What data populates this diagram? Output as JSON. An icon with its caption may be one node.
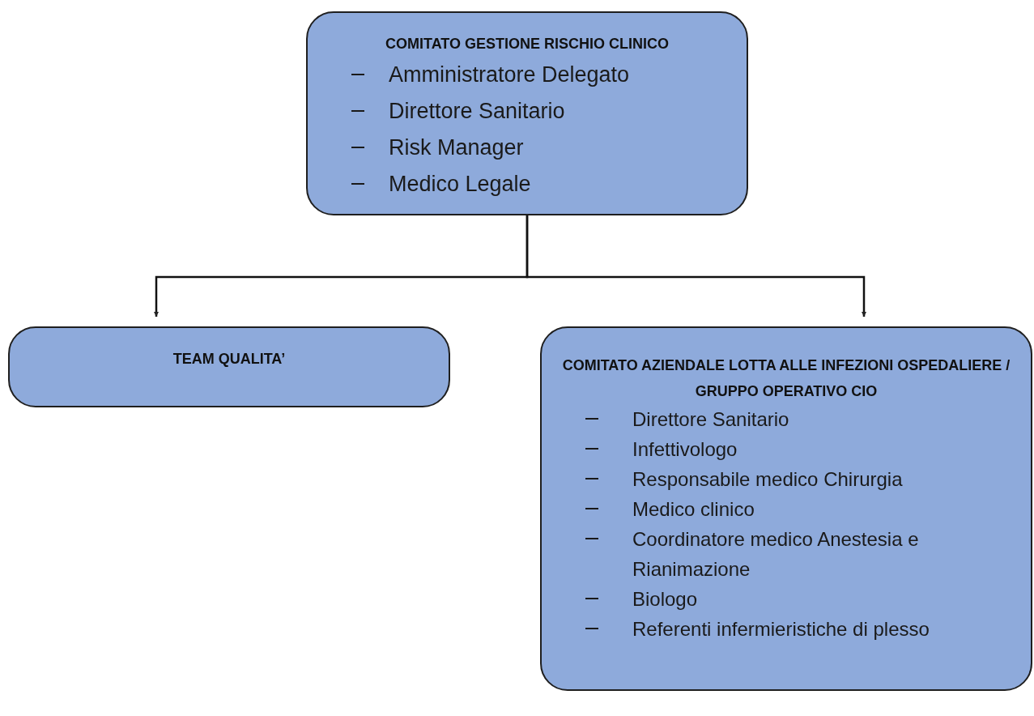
{
  "diagram": {
    "nodes": [
      {
        "text": [
          "COMITATO GESTIONE RISCHIO CLINICO",
          "Amministratore Delegato",
          "Direttore Sanitario",
          "Risk Manager",
          "Medico Legale"
        ]
      },
      {
        "text": [
          "TEAM QUALITA’"
        ]
      },
      {
        "text": [
          "COMITATO AZIENDALE LOTTA ALLE INFEZIONI OSPEDALIERE / GRUPPO OPERATIVO CIO",
          "Direttore Sanitario",
          "Infettivologo",
          "Responsabile medico Chirurgia",
          "Medico clinico",
          "Coordinatore medico Anestesia e Rianimazione",
          "Biologo",
          "Referenti infermieristiche di plesso"
        ]
      }
    ],
    "edges": [
      {
        "from": 0,
        "to": 1,
        "arrow": "to"
      },
      {
        "from": 0,
        "to": 2,
        "arrow": "to"
      }
    ]
  }
}
